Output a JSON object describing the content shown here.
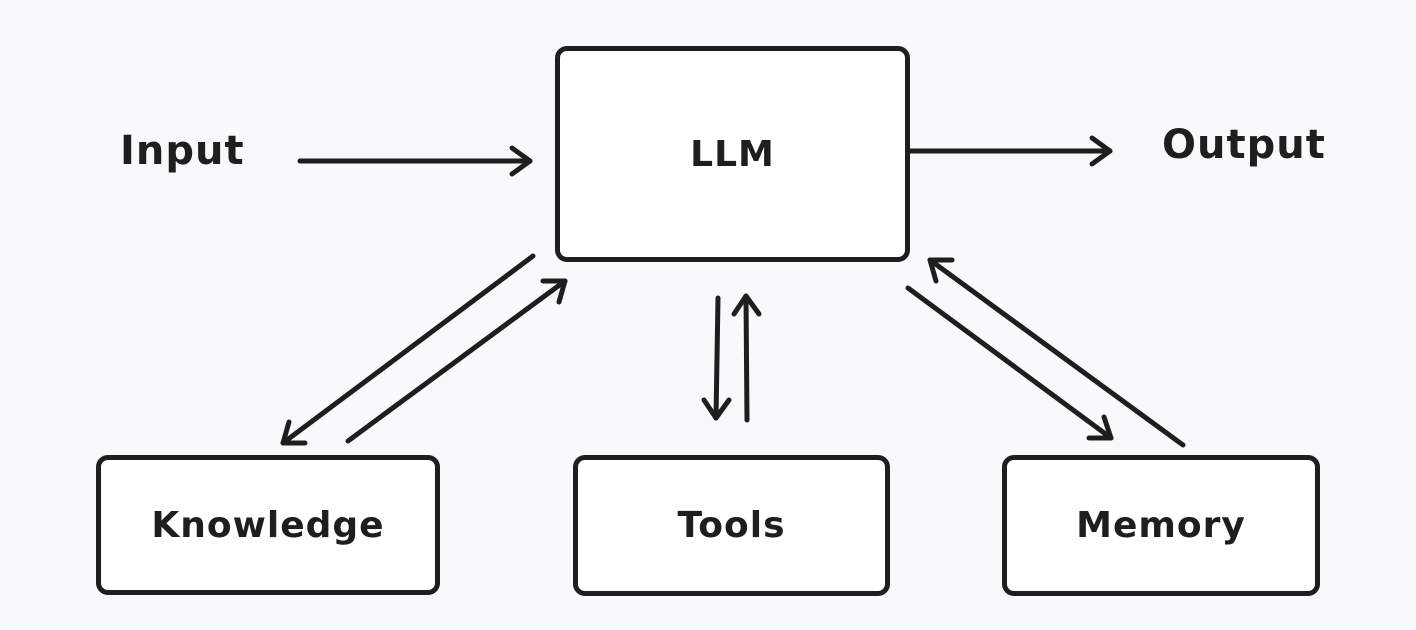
{
  "diagram": {
    "nodes": {
      "llm": "LLM",
      "knowledge": "Knowledge",
      "tools": "Tools",
      "memory": "Memory"
    },
    "labels": {
      "input": "Input",
      "output": "Output"
    }
  },
  "colors": {
    "background": "#f8f9fb",
    "stroke": "#1e1e1e",
    "node_fill": "#ffffff"
  }
}
